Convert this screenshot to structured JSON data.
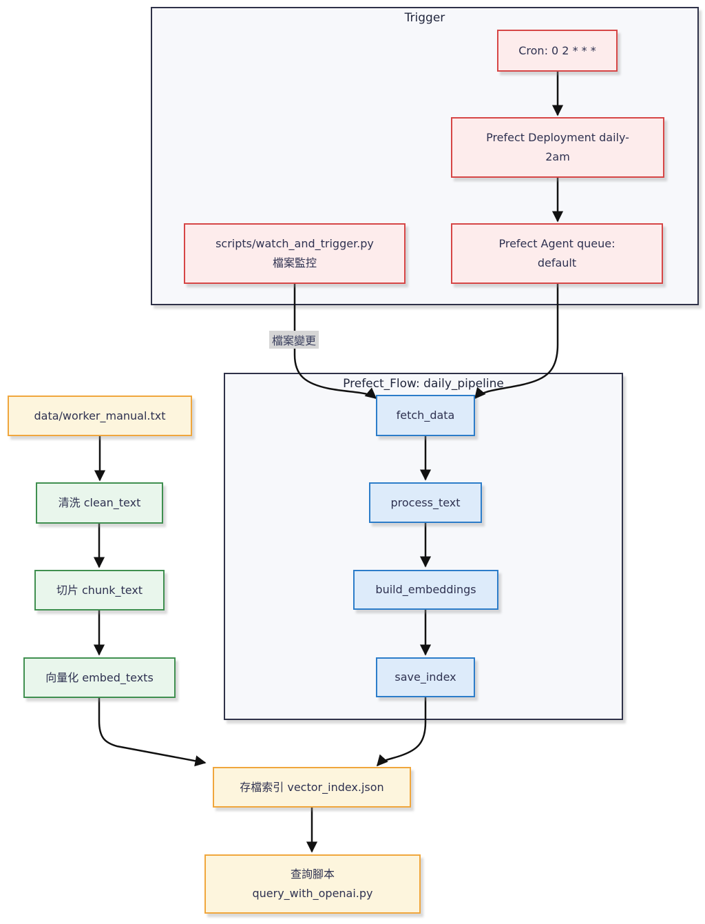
{
  "diagram": {
    "type": "flowchart",
    "background": "#ffffff",
    "arrow_color": "#111111",
    "text_color": "#2e3150",
    "edge_label_background": "#d6d6d6",
    "containers": {
      "trigger": {
        "label": "Trigger",
        "fill": "#f7f8fb",
        "stroke": "#2e3148"
      },
      "flow": {
        "label": "Prefect_Flow: daily_pipeline",
        "fill": "#f7f8fb",
        "stroke": "#2e3148"
      }
    },
    "nodes": {
      "cron": {
        "lines": [
          "Cron: 0 2 * * *"
        ],
        "fill": "#fdecec",
        "stroke": "#d64545"
      },
      "deployment": {
        "lines": [
          "Prefect Deployment daily-",
          "2am"
        ],
        "fill": "#fdecec",
        "stroke": "#d64545"
      },
      "watcher": {
        "lines": [
          "scripts/watch_and_trigger.py",
          "檔案監控"
        ],
        "fill": "#fdecec",
        "stroke": "#d64545"
      },
      "agent": {
        "lines": [
          "Prefect Agent queue:",
          "default"
        ],
        "fill": "#fdecec",
        "stroke": "#d64545"
      },
      "fetch_data": {
        "lines": [
          "fetch_data"
        ],
        "fill": "#ddebfa",
        "stroke": "#2b7cc9"
      },
      "process_text": {
        "lines": [
          "process_text"
        ],
        "fill": "#ddebfa",
        "stroke": "#2b7cc9"
      },
      "build_embeddings": {
        "lines": [
          "build_embeddings"
        ],
        "fill": "#ddebfa",
        "stroke": "#2b7cc9"
      },
      "save_index": {
        "lines": [
          "save_index"
        ],
        "fill": "#ddebfa",
        "stroke": "#2b7cc9"
      },
      "manual": {
        "lines": [
          "data/worker_manual.txt"
        ],
        "fill": "#fdf5dd",
        "stroke": "#f0a63c"
      },
      "clean_text": {
        "lines": [
          "清洗 clean_text"
        ],
        "fill": "#e9f6ec",
        "stroke": "#3f8f4f"
      },
      "chunk_text": {
        "lines": [
          "切片 chunk_text"
        ],
        "fill": "#e9f6ec",
        "stroke": "#3f8f4f"
      },
      "embed_texts": {
        "lines": [
          "向量化 embed_texts"
        ],
        "fill": "#e9f6ec",
        "stroke": "#3f8f4f"
      },
      "vector_index": {
        "lines": [
          "存檔索引 vector_index.json"
        ],
        "fill": "#fdf5dd",
        "stroke": "#f0a63c"
      },
      "query_script": {
        "lines": [
          "查詢腳本",
          "query_with_openai.py"
        ],
        "fill": "#fdf5dd",
        "stroke": "#f0a63c"
      }
    },
    "edge_labels": {
      "file_change": "檔案變更"
    },
    "edges": [
      {
        "from": "cron",
        "to": "deployment"
      },
      {
        "from": "deployment",
        "to": "agent"
      },
      {
        "from": "watcher",
        "to": "fetch_data",
        "label": "檔案變更"
      },
      {
        "from": "agent",
        "to": "fetch_data"
      },
      {
        "from": "fetch_data",
        "to": "process_text"
      },
      {
        "from": "process_text",
        "to": "build_embeddings"
      },
      {
        "from": "build_embeddings",
        "to": "save_index"
      },
      {
        "from": "save_index",
        "to": "vector_index"
      },
      {
        "from": "manual",
        "to": "clean_text"
      },
      {
        "from": "clean_text",
        "to": "chunk_text"
      },
      {
        "from": "chunk_text",
        "to": "embed_texts"
      },
      {
        "from": "embed_texts",
        "to": "vector_index"
      },
      {
        "from": "vector_index",
        "to": "query_script"
      }
    ]
  }
}
